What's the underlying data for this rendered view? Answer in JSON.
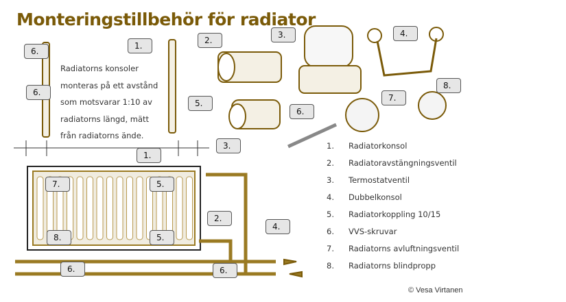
{
  "title": "Monteringstillbehör för radiator",
  "note_lines": [
    "Radiatorns konsoler",
    "monteras på ett avstånd",
    "som motsvarar 1:10 av",
    "radiatorns längd, mätt",
    "från radiatorns ände."
  ],
  "callouts": [
    "6.",
    "6.",
    "1.",
    "2.",
    "3.",
    "4.",
    "5.",
    "6.",
    "7.",
    "8.",
    "3.",
    "1.",
    "7.",
    "5.",
    "8.",
    "5.",
    "2.",
    "4.",
    "6.",
    "6."
  ],
  "legend": [
    {
      "num": "1.",
      "label": "Radiatorkonsol"
    },
    {
      "num": "2.",
      "label": "Radiatoravstängningsventil"
    },
    {
      "num": "3.",
      "label": "Termostatventil"
    },
    {
      "num": "4.",
      "label": "Dubbelkonsol"
    },
    {
      "num": "5.",
      "label": "Radiatorkoppling 10/15"
    },
    {
      "num": "6.",
      "label": "VVS-skruvar"
    },
    {
      "num": "7.",
      "label": "Radiatorns avluftningsventil"
    },
    {
      "num": "8.",
      "label": "Radiatorns blindpropp"
    }
  ],
  "credit": "© Vesa Virtanen",
  "colors": {
    "brand": "#7a5a08",
    "pipe": "#9a7a22"
  }
}
